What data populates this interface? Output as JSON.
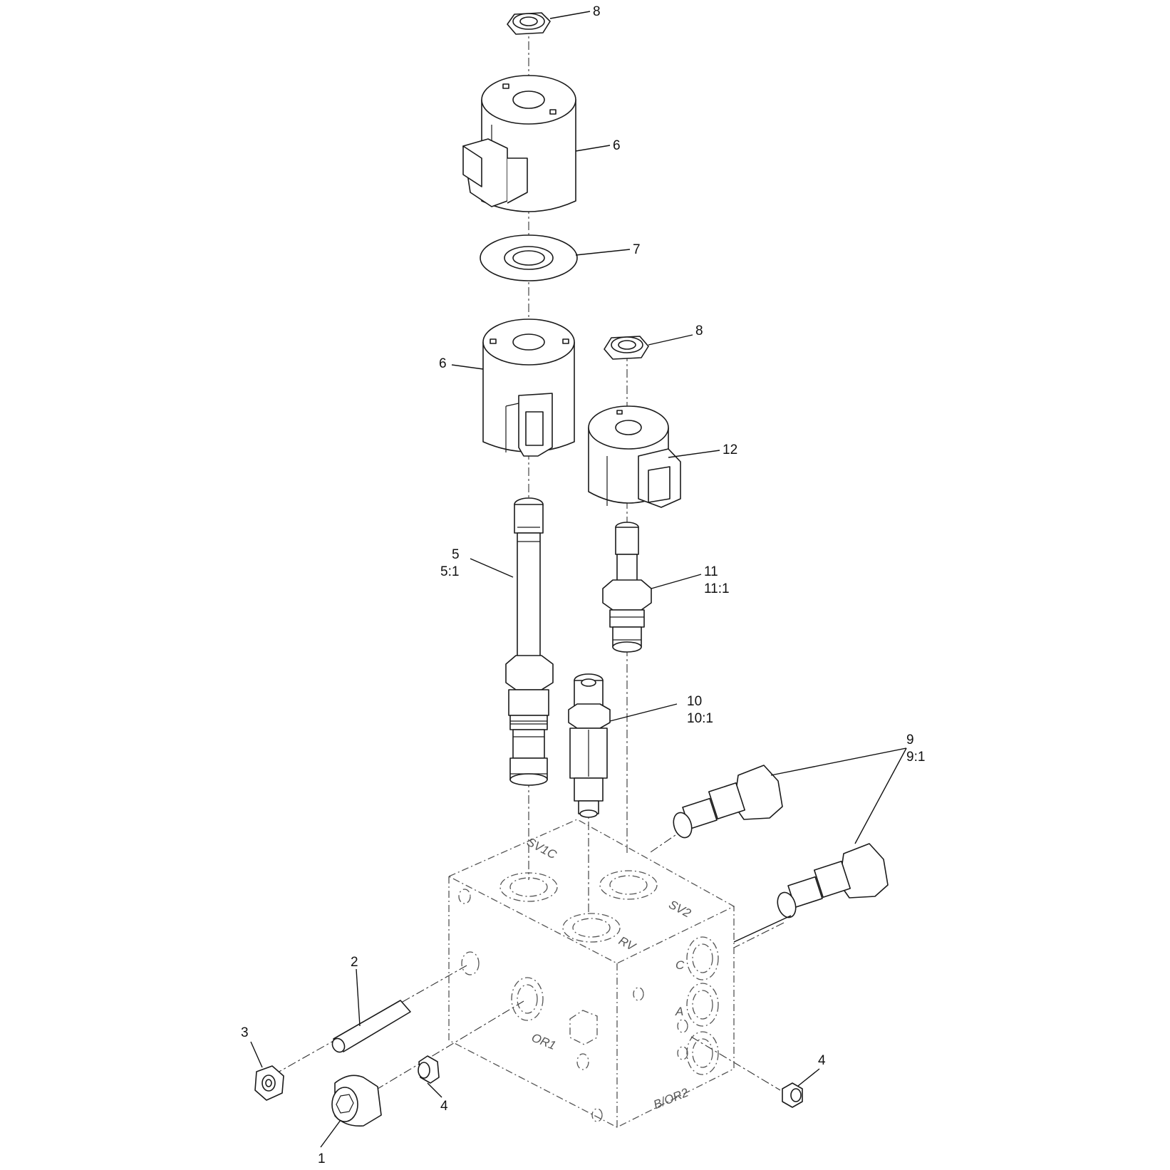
{
  "callouts": {
    "c8_top": "8",
    "c6_top": "6",
    "c7": "7",
    "c8_mid": "8",
    "c6_mid": "6",
    "c12": "12",
    "c5": "5",
    "c5_1": "5:1",
    "c11": "11",
    "c11_1": "11:1",
    "c10": "10",
    "c10_1": "10:1",
    "c9": "9",
    "c9_1": "9:1",
    "c2": "2",
    "c3": "3",
    "c4_left": "4",
    "c4_right": "4",
    "c1": "1"
  },
  "port_labels": {
    "sv1c": "SV1C",
    "rv": "RV",
    "sv2": "SV2",
    "c": "C",
    "a": "A",
    "or1": "OR1",
    "b_or2": "B/OR2"
  }
}
